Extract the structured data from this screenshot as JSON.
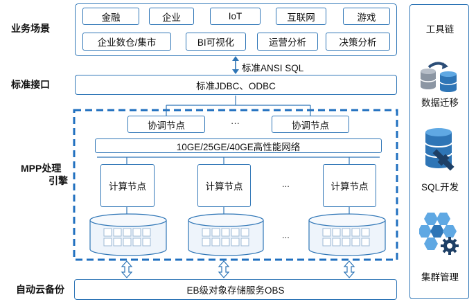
{
  "rows": {
    "business": "业务场景",
    "interface": "标准接口",
    "mpp_line1": "MPP处理",
    "mpp_line2": "引擎",
    "backup": "自动云备份"
  },
  "business_scenarios": {
    "row1": [
      "金融",
      "企业",
      "IoT",
      "互联网",
      "游戏"
    ],
    "row2": [
      "企业数仓/集市",
      "BI可视化",
      "运营分析",
      "决策分析"
    ]
  },
  "interface_label": "标准ANSI SQL",
  "interface_box": "标准JDBC、ODBC",
  "mpp": {
    "coordinator": "协调节点",
    "network": "10GE/25GE/40GE高性能网络",
    "compute": "计算节点",
    "ellipsis": "···",
    "ellipsis2": "..."
  },
  "storage": "EB级对象存储服务OBS",
  "toolchain": {
    "title": "工具链",
    "items": [
      "数据迁移",
      "SQL开发",
      "集群管理"
    ]
  },
  "colors": {
    "border": "#2e75b6",
    "dash": "#1f6fbf",
    "icon_light": "#5fa8e3",
    "icon_dark": "#2e75b6",
    "icon_gray": "#8c96a3"
  }
}
